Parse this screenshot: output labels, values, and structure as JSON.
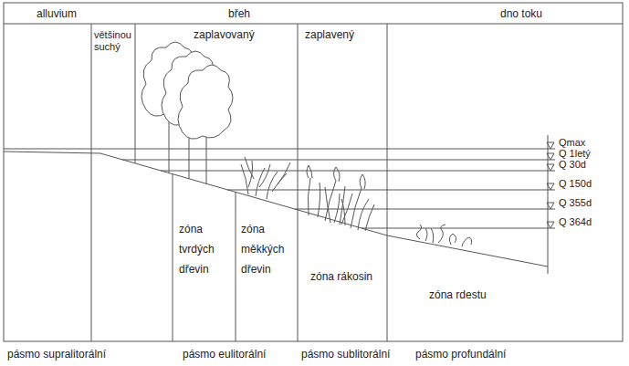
{
  "diagram": {
    "labels": [
      "alluvium",
      "břeh",
      "dno toku",
      "většinou suchý",
      "zaplavovaný",
      "zaplavený",
      "Qmax",
      "Q 1letý",
      "Q 30d",
      "Q 150d",
      "Q 355d",
      "Q 364d",
      "zóna tvrdých dřevin",
      "zóna měkkých dřevin",
      "zóna rákosin",
      "zóna rdestu",
      "pásmo supralitorální",
      "pásmo eulitorální",
      "pásmo sublitorální",
      "pásmo profundální"
    ]
  }
}
